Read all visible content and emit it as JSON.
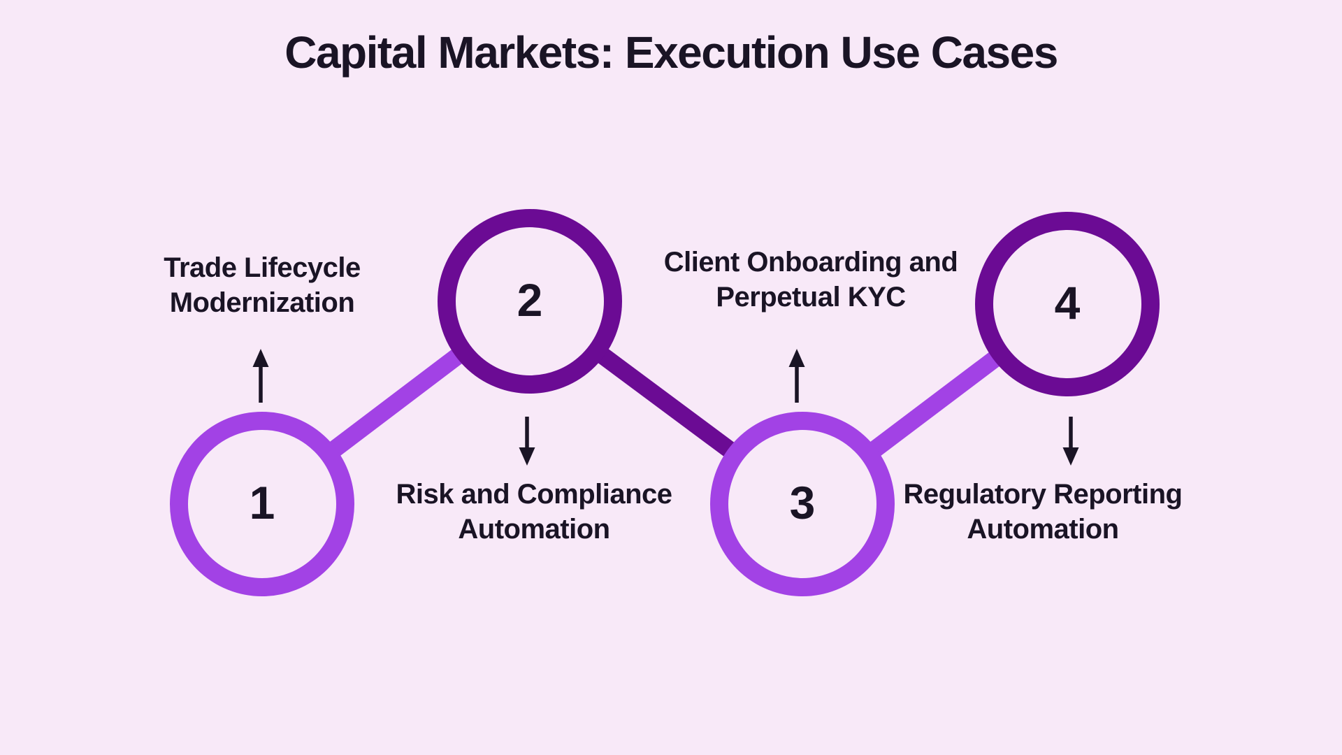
{
  "title": "Capital Markets: Execution Use Cases",
  "colors": {
    "background": "#F8E9F8",
    "accent_light": "#A242E5",
    "accent_dark": "#6B0B94",
    "text": "#1A1425"
  },
  "steps": [
    {
      "number": "1",
      "label_line1": "Trade Lifecycle",
      "label_line2": "Modernization",
      "circle_style": "light-purple",
      "label_position": "above",
      "arrow_icon": "arrow-up-icon"
    },
    {
      "number": "2",
      "label_line1": "Risk and Compliance",
      "label_line2": "Automation",
      "circle_style": "dark-purple",
      "label_position": "below",
      "arrow_icon": "arrow-down-icon"
    },
    {
      "number": "3",
      "label_line1": "Client Onboarding and",
      "label_line2": "Perpetual KYC",
      "circle_style": "light-purple",
      "label_position": "above",
      "arrow_icon": "arrow-up-icon"
    },
    {
      "number": "4",
      "label_line1": "Regulatory Reporting",
      "label_line2": "Automation",
      "circle_style": "dark-purple",
      "label_position": "below",
      "arrow_icon": "arrow-down-icon"
    }
  ],
  "connectors": [
    {
      "from": "1",
      "to": "2",
      "color": "light-purple"
    },
    {
      "from": "2",
      "to": "3",
      "color": "dark-purple"
    },
    {
      "from": "3",
      "to": "4",
      "color": "light-purple"
    }
  ]
}
